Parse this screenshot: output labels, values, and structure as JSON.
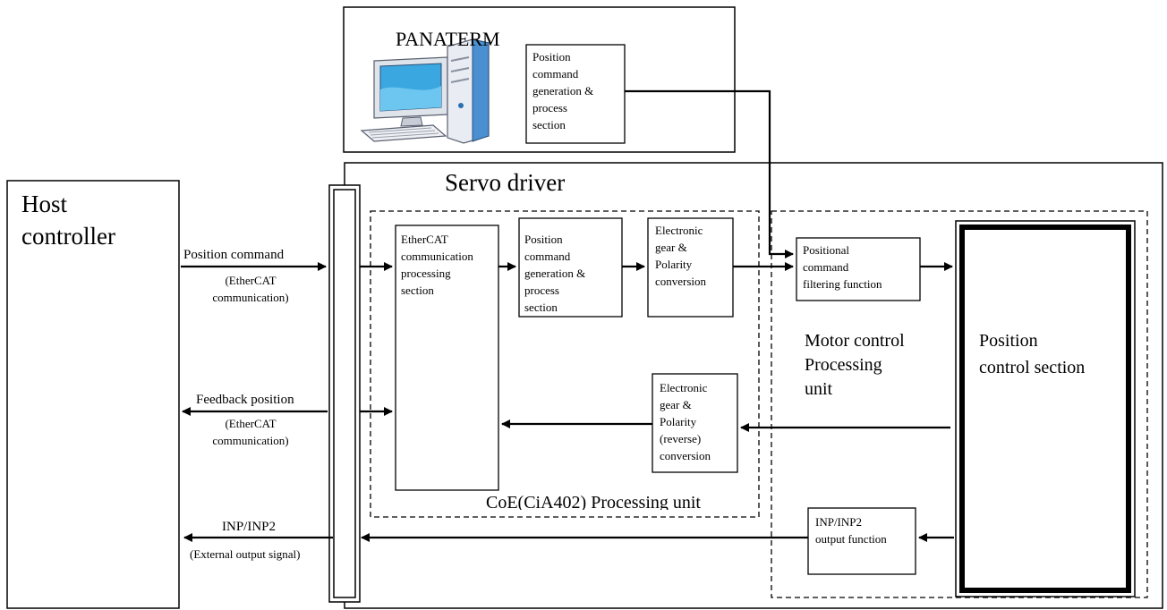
{
  "panaterm": {
    "title": "PANATERM",
    "block": [
      "Position",
      "command",
      "generation &",
      "process",
      "section"
    ]
  },
  "host": {
    "label": [
      "Host",
      "controller"
    ]
  },
  "servo": {
    "title": "Servo driver",
    "coe_unit_label": "CoE(CiA402) Processing unit",
    "ethercat_block": [
      "EtherCAT",
      "communication",
      "processing",
      "section"
    ],
    "pos_cmd_block": [
      "Position",
      "command",
      "generation &",
      "process",
      "section"
    ],
    "egear_block": [
      "Electronic",
      "gear &",
      "Polarity",
      "conversion"
    ],
    "egear_rev_block": [
      "Electronic",
      "gear &",
      "Polarity",
      "(reverse)",
      "conversion"
    ],
    "motor_unit_label": [
      "Motor control",
      "Processing",
      "unit"
    ],
    "filter_block": [
      "Positional",
      "command",
      "filtering function"
    ],
    "position_control_block": [
      "Position",
      "control section"
    ],
    "inp_block": [
      "INP/INP2",
      "output function"
    ]
  },
  "signals": {
    "position_command": {
      "label": "Position command",
      "sub": [
        "(EtherCAT",
        "communication)"
      ]
    },
    "feedback_position": {
      "label": "Feedback position",
      "sub": [
        "(EtherCAT",
        "communication)"
      ]
    },
    "inp": {
      "label": "INP/INP2",
      "sub": [
        "(External output signal)"
      ]
    }
  }
}
